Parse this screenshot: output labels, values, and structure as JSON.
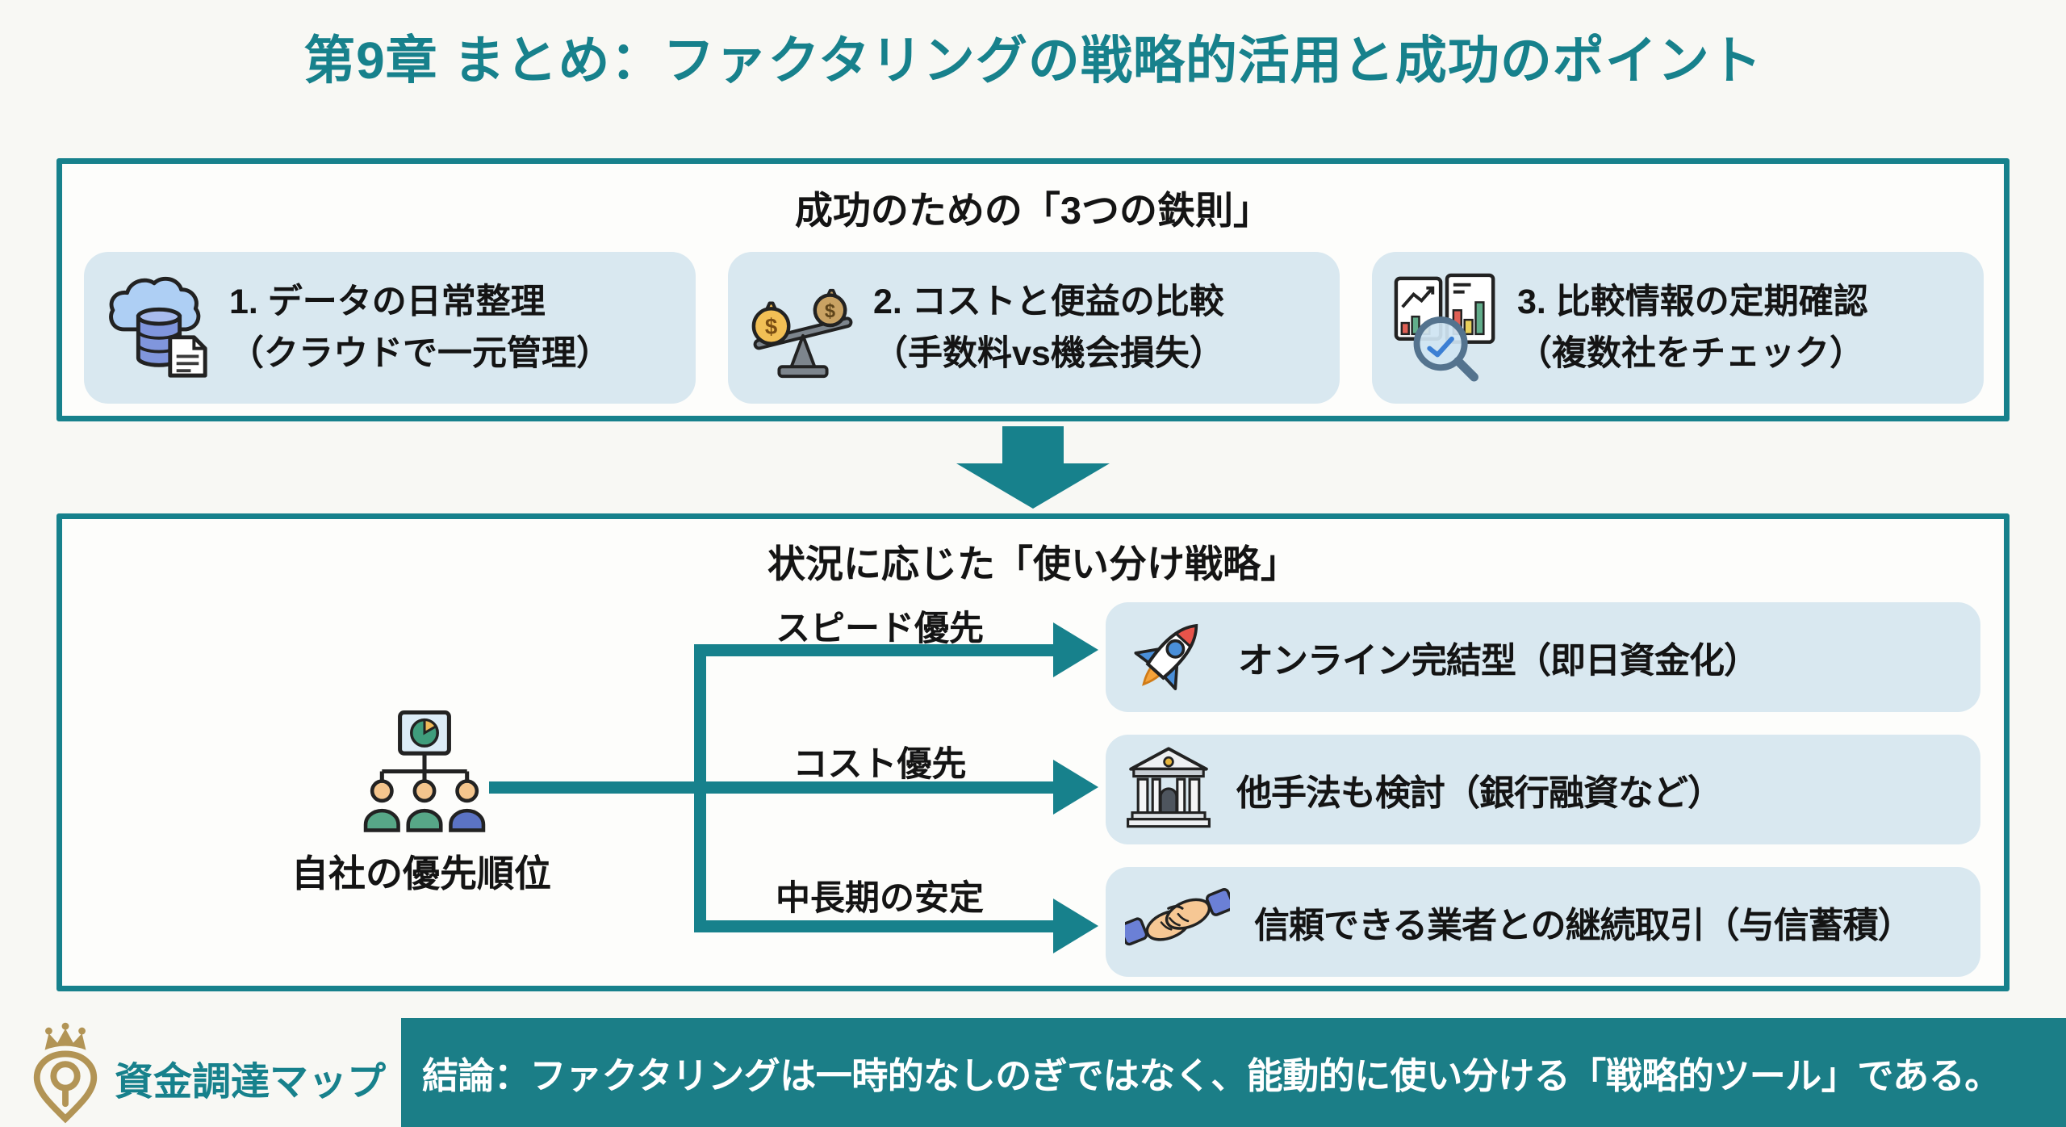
{
  "page": {
    "title": "第9章 まとめ：ファクタリングの戦略的活用と成功のポイント"
  },
  "colors": {
    "accent_teal": "#17818c",
    "footer_bar_teal": "#1b7e87",
    "item_background": "#d9e8f0",
    "logo_gold": "#b29455",
    "text_dark": "#141414",
    "page_background": "#f8f8f4"
  },
  "principles_box": {
    "heading": "成功のための「3つの鉄則」",
    "items": [
      {
        "icon": "cloud-database-document-icon",
        "line1": "1. データの日常整理",
        "line2": "（クラウドで一元管理）"
      },
      {
        "icon": "money-bags-balance-icon",
        "line1": "2. コストと便益の比較",
        "line2": "（手数料vs機会損失）"
      },
      {
        "icon": "charts-magnifier-icon",
        "line1": "3. 比較情報の定期確認",
        "line2": "（複数社をチェック）"
      }
    ]
  },
  "flow": {
    "down_arrow_icon": "down-arrow-icon"
  },
  "strategy_box": {
    "heading": "状況に応じた「使い分け戦略」",
    "source_icon": "org-chart-icon",
    "source_label": "自社の優先順位",
    "branches": [
      {
        "label": "スピード優先",
        "icon": "rocket-icon",
        "text": "オンライン完結型（即日資金化）"
      },
      {
        "label": "コスト優先",
        "icon": "bank-icon",
        "text": "他手法も検討（銀行融資など）"
      },
      {
        "label": "中長期の安定",
        "icon": "handshake-icon",
        "text": "信頼できる業者との継続取引（与信蓄積）"
      }
    ]
  },
  "footer": {
    "brand": "資金調達マップ",
    "brand_icon": "crown-map-pin-logo",
    "conclusion": "結論：ファクタリングは一時的なしのぎではなく、能動的に使い分ける「戦略的ツール」である。"
  }
}
